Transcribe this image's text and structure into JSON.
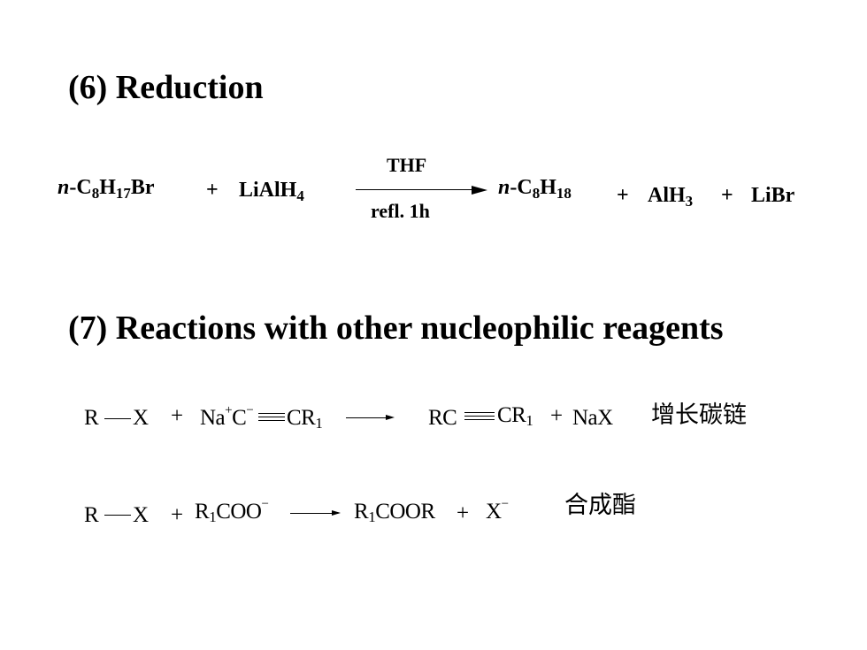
{
  "section6": {
    "heading": "(6) Reduction",
    "reactant1_prefix": "n",
    "reactant1_rest": "-C",
    "reactant1_sub1": "8",
    "reactant1_h": "H",
    "reactant1_sub2": "17",
    "reactant1_br": "Br",
    "plus": "+",
    "reagent": "LiAlH",
    "reagent_sub": "4",
    "condition_above": "THF",
    "condition_below": "refl. 1h",
    "product1_prefix": "n",
    "product1_rest": "-C",
    "product1_sub1": "8",
    "product1_h": "H",
    "product1_sub2": "18",
    "product2": "AlH",
    "product2_sub": "3",
    "product3": "LiBr"
  },
  "section7": {
    "heading": "(7) Reactions with other nucleophilic reagents",
    "row1": {
      "r": "R",
      "x": "X",
      "plus": "+",
      "na": "Na",
      "na_charge": "+",
      "c": "C",
      "c_charge": "−",
      "cr": "CR",
      "cr_sub": "1",
      "prod_rc": "RC",
      "prod_cr": "CR",
      "prod_cr_sub": "1",
      "plus2": "+",
      "nax": "NaX",
      "note": "增长碳链"
    },
    "row2": {
      "r": "R",
      "x": "X",
      "plus": "+",
      "r1": "R",
      "r1_sub": "1",
      "coo": "COO",
      "coo_charge": "−",
      "prod_r1": "R",
      "prod_r1_sub": "1",
      "prod_coor": "COOR",
      "plus2": "+",
      "xminus": "X",
      "xminus_charge": "−",
      "note": "合成酯"
    }
  }
}
